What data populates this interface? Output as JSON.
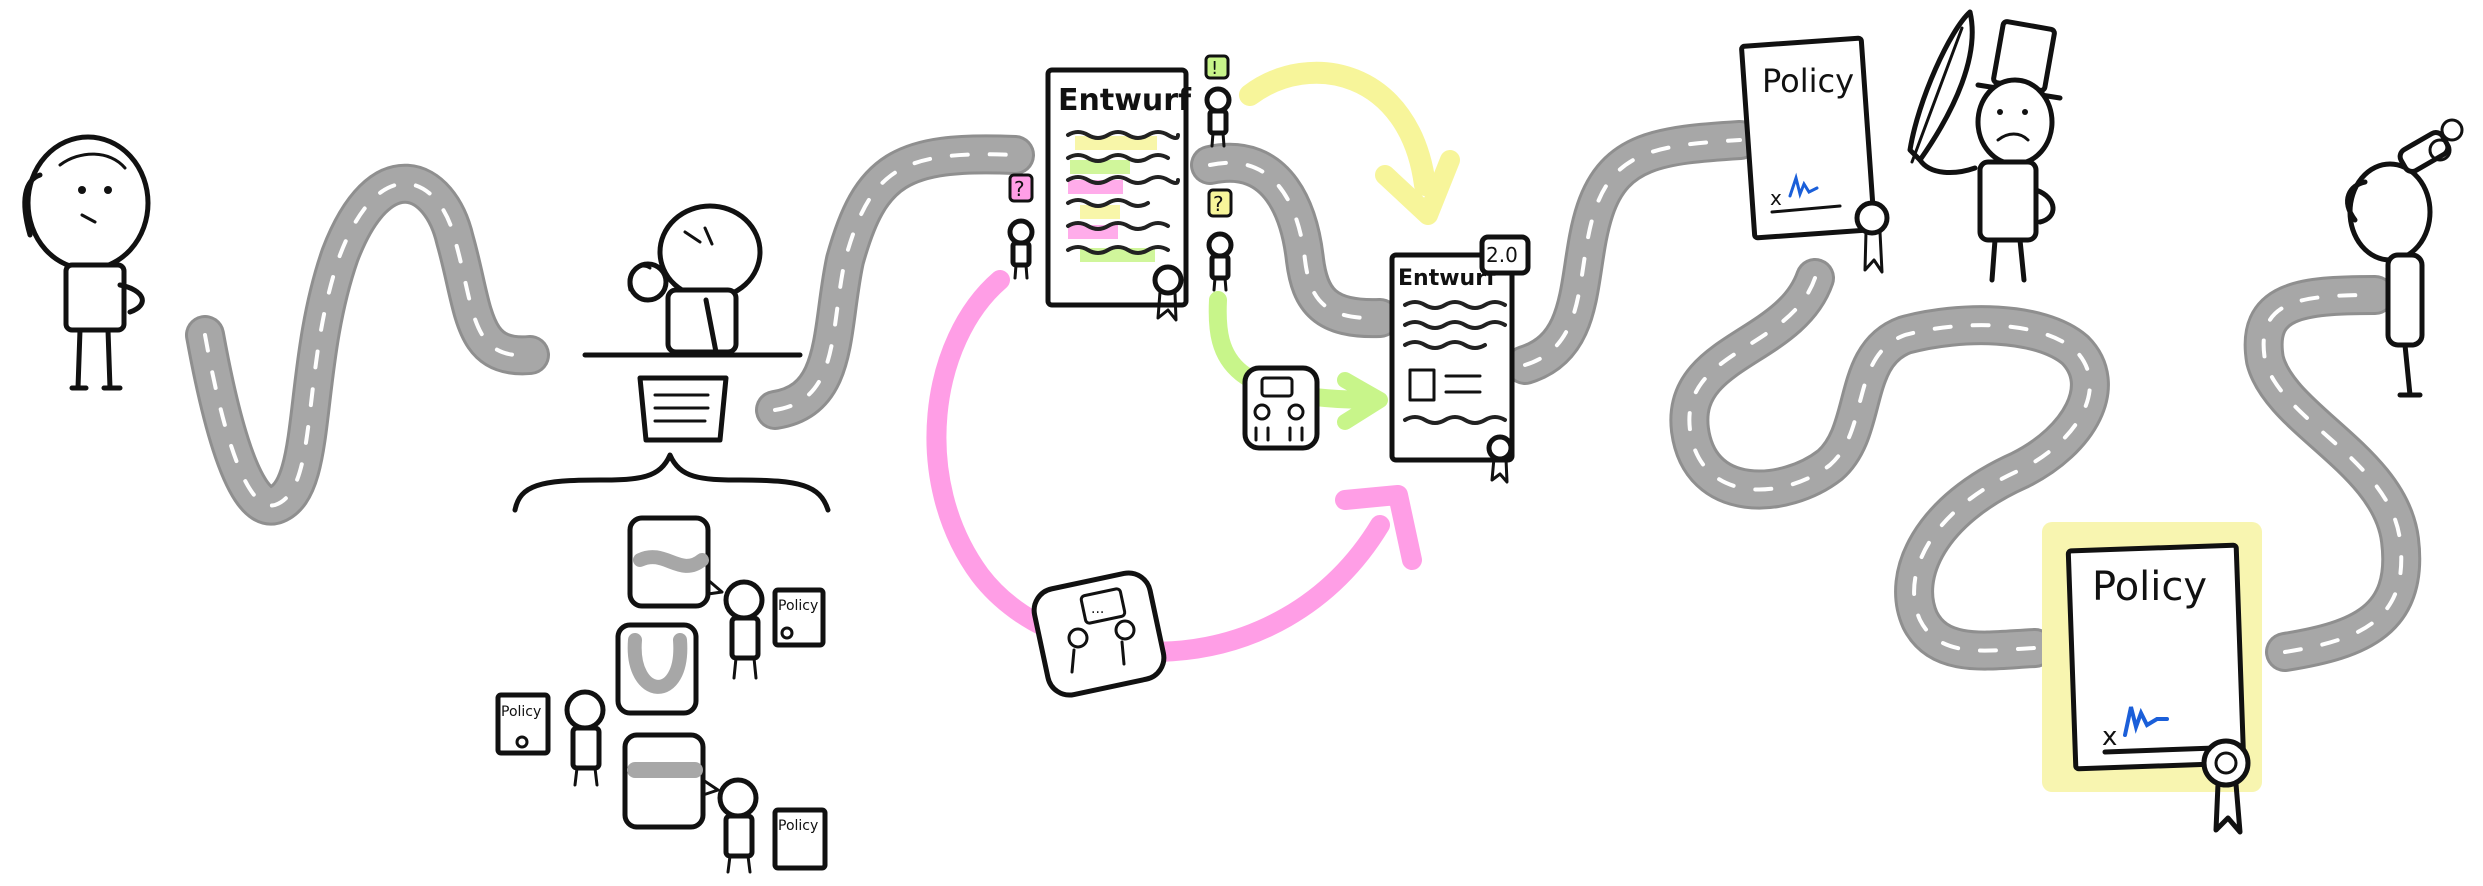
{
  "document_draft_label": "Entwurf",
  "document_draft_v2_label": "Entwurf",
  "version_badge": "2.0",
  "policy_label": "Policy",
  "speech_question": "?",
  "speech_exclamation": "!",
  "speech_ellipsis": "...",
  "signature_mark": "x",
  "colors": {
    "road": "#a7a7a7",
    "highlight_yellow": "#f7f59a",
    "highlight_pink": "#ff9ee6",
    "highlight_green": "#c8f58a",
    "signature_blue": "#1b5fd9",
    "final_glow": "#f8f5b0"
  },
  "icons": [
    "person-icon",
    "thinking-person-icon",
    "meeting-icon",
    "quill-icon",
    "seal-icon",
    "binoculars-icon",
    "top-hat-icon"
  ]
}
